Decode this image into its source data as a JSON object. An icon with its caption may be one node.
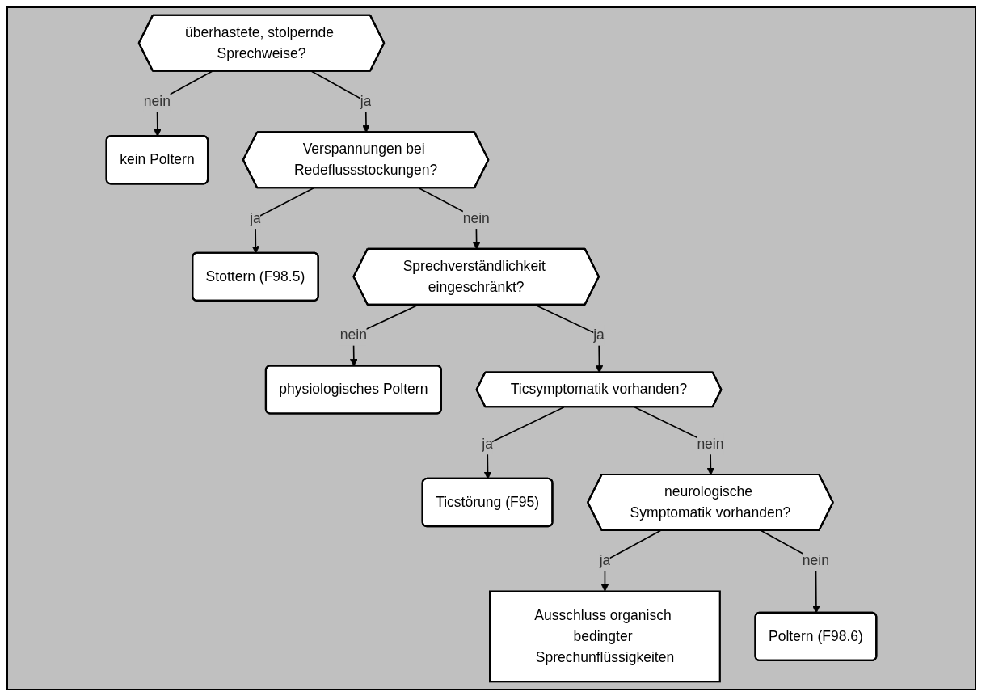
{
  "diagram": {
    "nodes": [
      {
        "text": [
          "überhastete, stolpernde Sprechweise?"
        ]
      },
      {
        "text": [
          "kein Poltern"
        ]
      },
      {
        "text": [
          "Verspannungen bei Redeflussstockungen?"
        ]
      },
      {
        "text": [
          "Stottern (F98.5)"
        ]
      },
      {
        "text": [
          "Sprechverständlichkeit eingeschränkt?"
        ]
      },
      {
        "text": [
          "physiologisches Poltern"
        ]
      },
      {
        "text": [
          "Ticsymptomatik vorhanden?"
        ]
      },
      {
        "text": [
          "Ticstörung (F95)"
        ]
      },
      {
        "text": [
          "neurologische Symptomatik vorhanden?"
        ]
      },
      {
        "text": [
          "Ausschluss organisch bedingter Sprechunflüssigkeiten"
        ]
      },
      {
        "text": [
          "Poltern (F98.6)"
        ]
      }
    ],
    "edges": [
      {
        "from": 0,
        "to": 1,
        "label": "nein",
        "arrow": "to"
      },
      {
        "from": 0,
        "to": 2,
        "label": "ja",
        "arrow": "to"
      },
      {
        "from": 2,
        "to": 3,
        "label": "ja",
        "arrow": "to"
      },
      {
        "from": 2,
        "to": 4,
        "label": "nein",
        "arrow": "to"
      },
      {
        "from": 4,
        "to": 5,
        "label": "nein",
        "arrow": "to"
      },
      {
        "from": 4,
        "to": 6,
        "label": "ja",
        "arrow": "to"
      },
      {
        "from": 6,
        "to": 7,
        "label": "ja",
        "arrow": "to"
      },
      {
        "from": 6,
        "to": 8,
        "label": "nein",
        "arrow": "to"
      },
      {
        "from": 8,
        "to": 9,
        "label": "ja",
        "arrow": "to"
      },
      {
        "from": 8,
        "to": 10,
        "label": "nein",
        "arrow": "to"
      }
    ]
  }
}
